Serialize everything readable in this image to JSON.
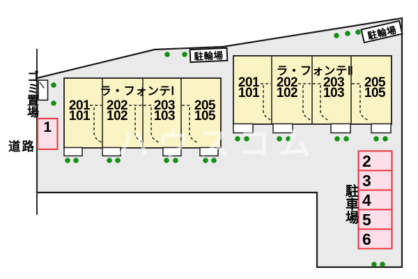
{
  "site": {
    "watermark": "ハウスコム",
    "labels": {
      "garbage": "ゴミ置場",
      "road": "道路",
      "parking_lot": "駐車場",
      "bicycle_parking_1": "駐輪場",
      "bicycle_parking_2": "駐輪場"
    }
  },
  "buildings": [
    {
      "title": "ラ・フォンテⅠ",
      "units": [
        {
          "upper": "201",
          "lower": "101"
        },
        {
          "upper": "202",
          "lower": "102"
        },
        {
          "upper": "203",
          "lower": "103"
        },
        {
          "upper": "205",
          "lower": "105"
        }
      ]
    },
    {
      "title": "ラ・フォンテⅡ",
      "units": [
        {
          "upper": "201",
          "lower": "101"
        },
        {
          "upper": "202",
          "lower": "102"
        },
        {
          "upper": "203",
          "lower": "103"
        },
        {
          "upper": "205",
          "lower": "105"
        }
      ]
    }
  ],
  "parking_spaces": [
    "1",
    "2",
    "3",
    "4",
    "5",
    "6"
  ],
  "colors": {
    "site_fill": "#EAEAEA",
    "building_fill": "#FAF3C4",
    "outline": "#1A1A1A",
    "parking_fill": "#FCE0E9",
    "parking_border": "#E8343C",
    "greenery": "#129012"
  }
}
